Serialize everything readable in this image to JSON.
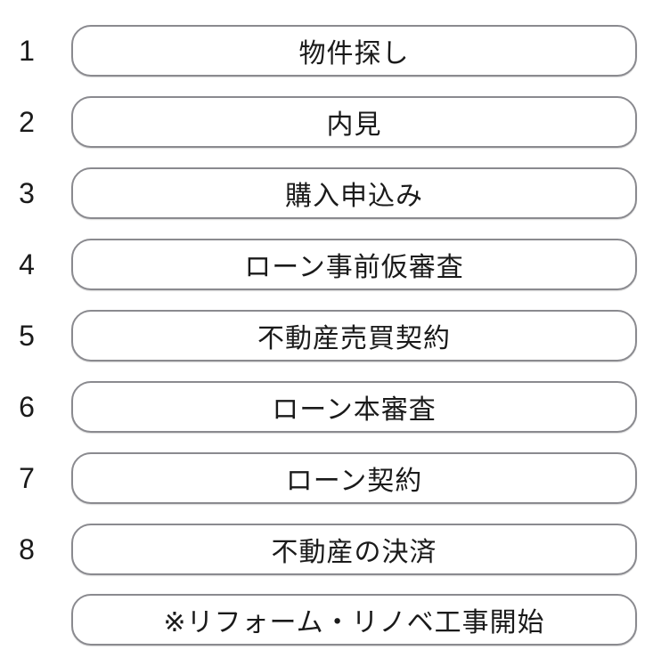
{
  "steps": [
    {
      "number": "1",
      "label": "物件探し"
    },
    {
      "number": "2",
      "label": "内見"
    },
    {
      "number": "3",
      "label": "購入申込み"
    },
    {
      "number": "4",
      "label": "ローン事前仮審査"
    },
    {
      "number": "5",
      "label": "不動産売買契約"
    },
    {
      "number": "6",
      "label": "ローン本審査"
    },
    {
      "number": "7",
      "label": "ローン契約"
    },
    {
      "number": "8",
      "label": "不動産の決済"
    },
    {
      "number": "",
      "label": "※リフォーム・リノベ工事開始"
    }
  ],
  "colors": {
    "border": "#8a8a8f",
    "text": "#1a1a1a",
    "background": "#ffffff"
  }
}
